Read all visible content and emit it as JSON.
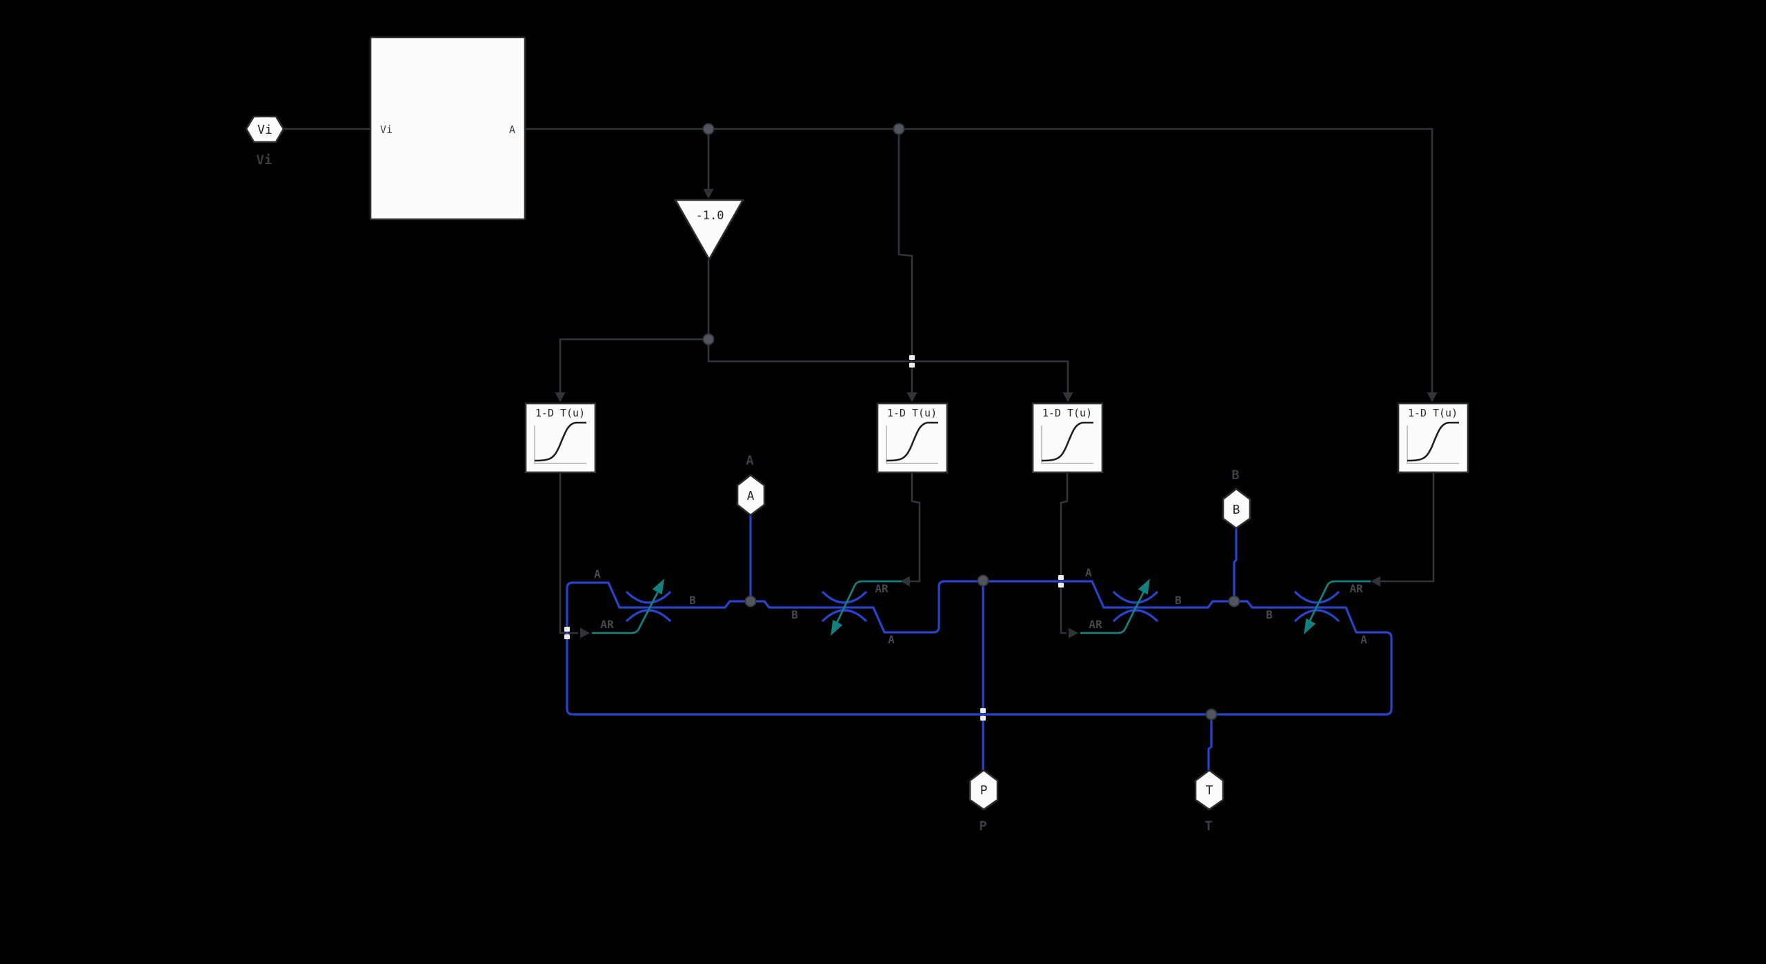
{
  "canvas": {
    "background": "#000000"
  },
  "blocks": {
    "vi_source": {
      "text": "Vi",
      "caption": "Vi"
    },
    "subsystem": {
      "port_in": "Vi",
      "port_out": "A"
    },
    "gain": {
      "value": "-1.0"
    },
    "lut1": {
      "title": "1-D T(u)"
    },
    "lut2": {
      "title": "1-D T(u)"
    },
    "lut3": {
      "title": "1-D T(u)"
    },
    "lut4": {
      "title": "1-D T(u)"
    }
  },
  "valves": {
    "v1": {
      "port_a": "A",
      "port_b": "B",
      "port_ar": "AR"
    },
    "v2": {
      "port_a": "A",
      "port_b": "B",
      "port_ar": "AR"
    },
    "v3": {
      "port_a": "A",
      "port_b": "B",
      "port_ar": "AR"
    },
    "v4": {
      "port_a": "A",
      "port_b": "B",
      "port_ar": "AR"
    }
  },
  "ports": {
    "a": {
      "text": "A",
      "caption": "A"
    },
    "b": {
      "text": "B",
      "caption": "B"
    },
    "p": {
      "text": "P",
      "caption": "P"
    },
    "t": {
      "text": "T",
      "caption": "T"
    }
  },
  "colors": {
    "background": "#000000",
    "signal_wire": "#303439",
    "physical_wire": "#2843cc",
    "control_wire": "#157f7d",
    "block_fill": "#fcfcfc",
    "block_border": "#2b2d2f",
    "junction_dot": "#51565f",
    "wire_label": "#45494e",
    "caption": "#3b3e42",
    "crossing_marker": "#ececec"
  }
}
